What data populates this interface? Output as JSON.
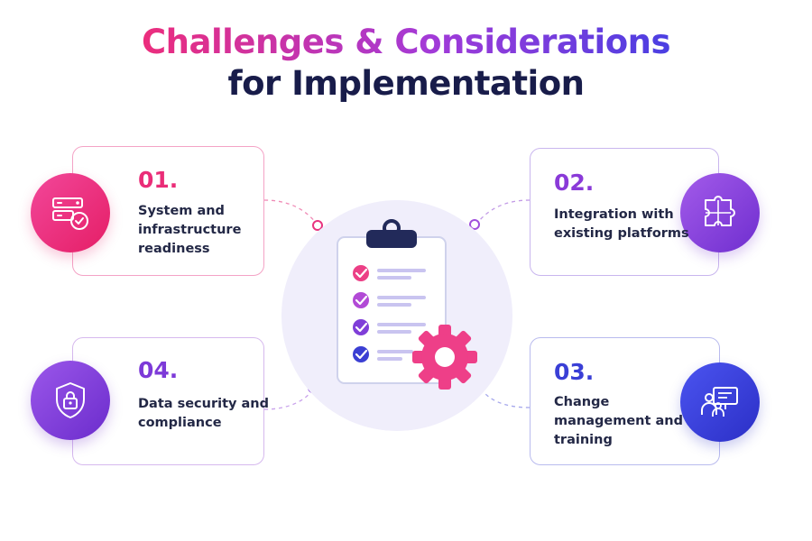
{
  "title": {
    "line1": "Challenges & Considerations",
    "line2": "for Implementation"
  },
  "colors": {
    "pink": "#ea2d78",
    "purple": "#8a3ad8",
    "blue": "#3a3fd6",
    "violet": "#7d3ad8",
    "title_dark": "#181c4a"
  },
  "items": [
    {
      "number": "01.",
      "text": "System and infrastructure readiness",
      "icon": "server-check-icon",
      "color": "#ea2d78"
    },
    {
      "number": "02.",
      "text": "Integration with existing platforms",
      "icon": "puzzle-icon",
      "color": "#8a3ad8"
    },
    {
      "number": "03.",
      "text": "Change management and training",
      "icon": "presentation-icon",
      "color": "#3a3fd6"
    },
    {
      "number": "04.",
      "text": "Data security and compliance",
      "icon": "shield-lock-icon",
      "color": "#7d3ad8"
    }
  ],
  "center": {
    "icon": "clipboard-checklist-gear-icon"
  }
}
